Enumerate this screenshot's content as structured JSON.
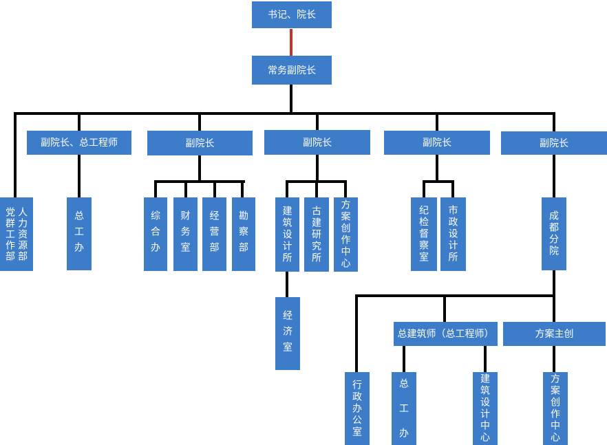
{
  "diagram": {
    "type": "org-chart",
    "accent_color": "#3D7CC9",
    "connector_color": "#000000",
    "highlight_connector_color": "#C0362B",
    "nodes": {
      "secretary_dean": "书记、院长",
      "executive_vice_dean": "常务副院长",
      "vice_dean_chief_engineer": "副院长、总工程师",
      "vice_dean_1": "副院长",
      "vice_dean_2": "副院长",
      "vice_dean_3": "副院长",
      "vice_dean_4": "副院长",
      "party_mass_work_dept": "党群工作部",
      "human_resources_dept": "人力资源部",
      "chief_engineer_office": "总工办",
      "general_office": "综合办",
      "finance_office": "财务室",
      "business_dept": "经营部",
      "survey_dept": "勘察部",
      "architecture_design_institute": "建筑设计所",
      "ancient_architecture_institute": "古建研究所",
      "scheme_creation_center": "方案创作中心",
      "economics_office": "经济室",
      "discipline_inspection_office": "纪检督察室",
      "municipal_design_institute": "市政设计所",
      "chengdu_branch": "成都分院",
      "chief_architect": "总建筑师（总工程师）",
      "scheme_lead": "方案主创",
      "admin_office": "行政办公室",
      "branch_chief_engineer_office": "总 工 办",
      "architecture_design_center": "建筑设计中心",
      "branch_scheme_creation_center": "方案创作中心"
    }
  }
}
